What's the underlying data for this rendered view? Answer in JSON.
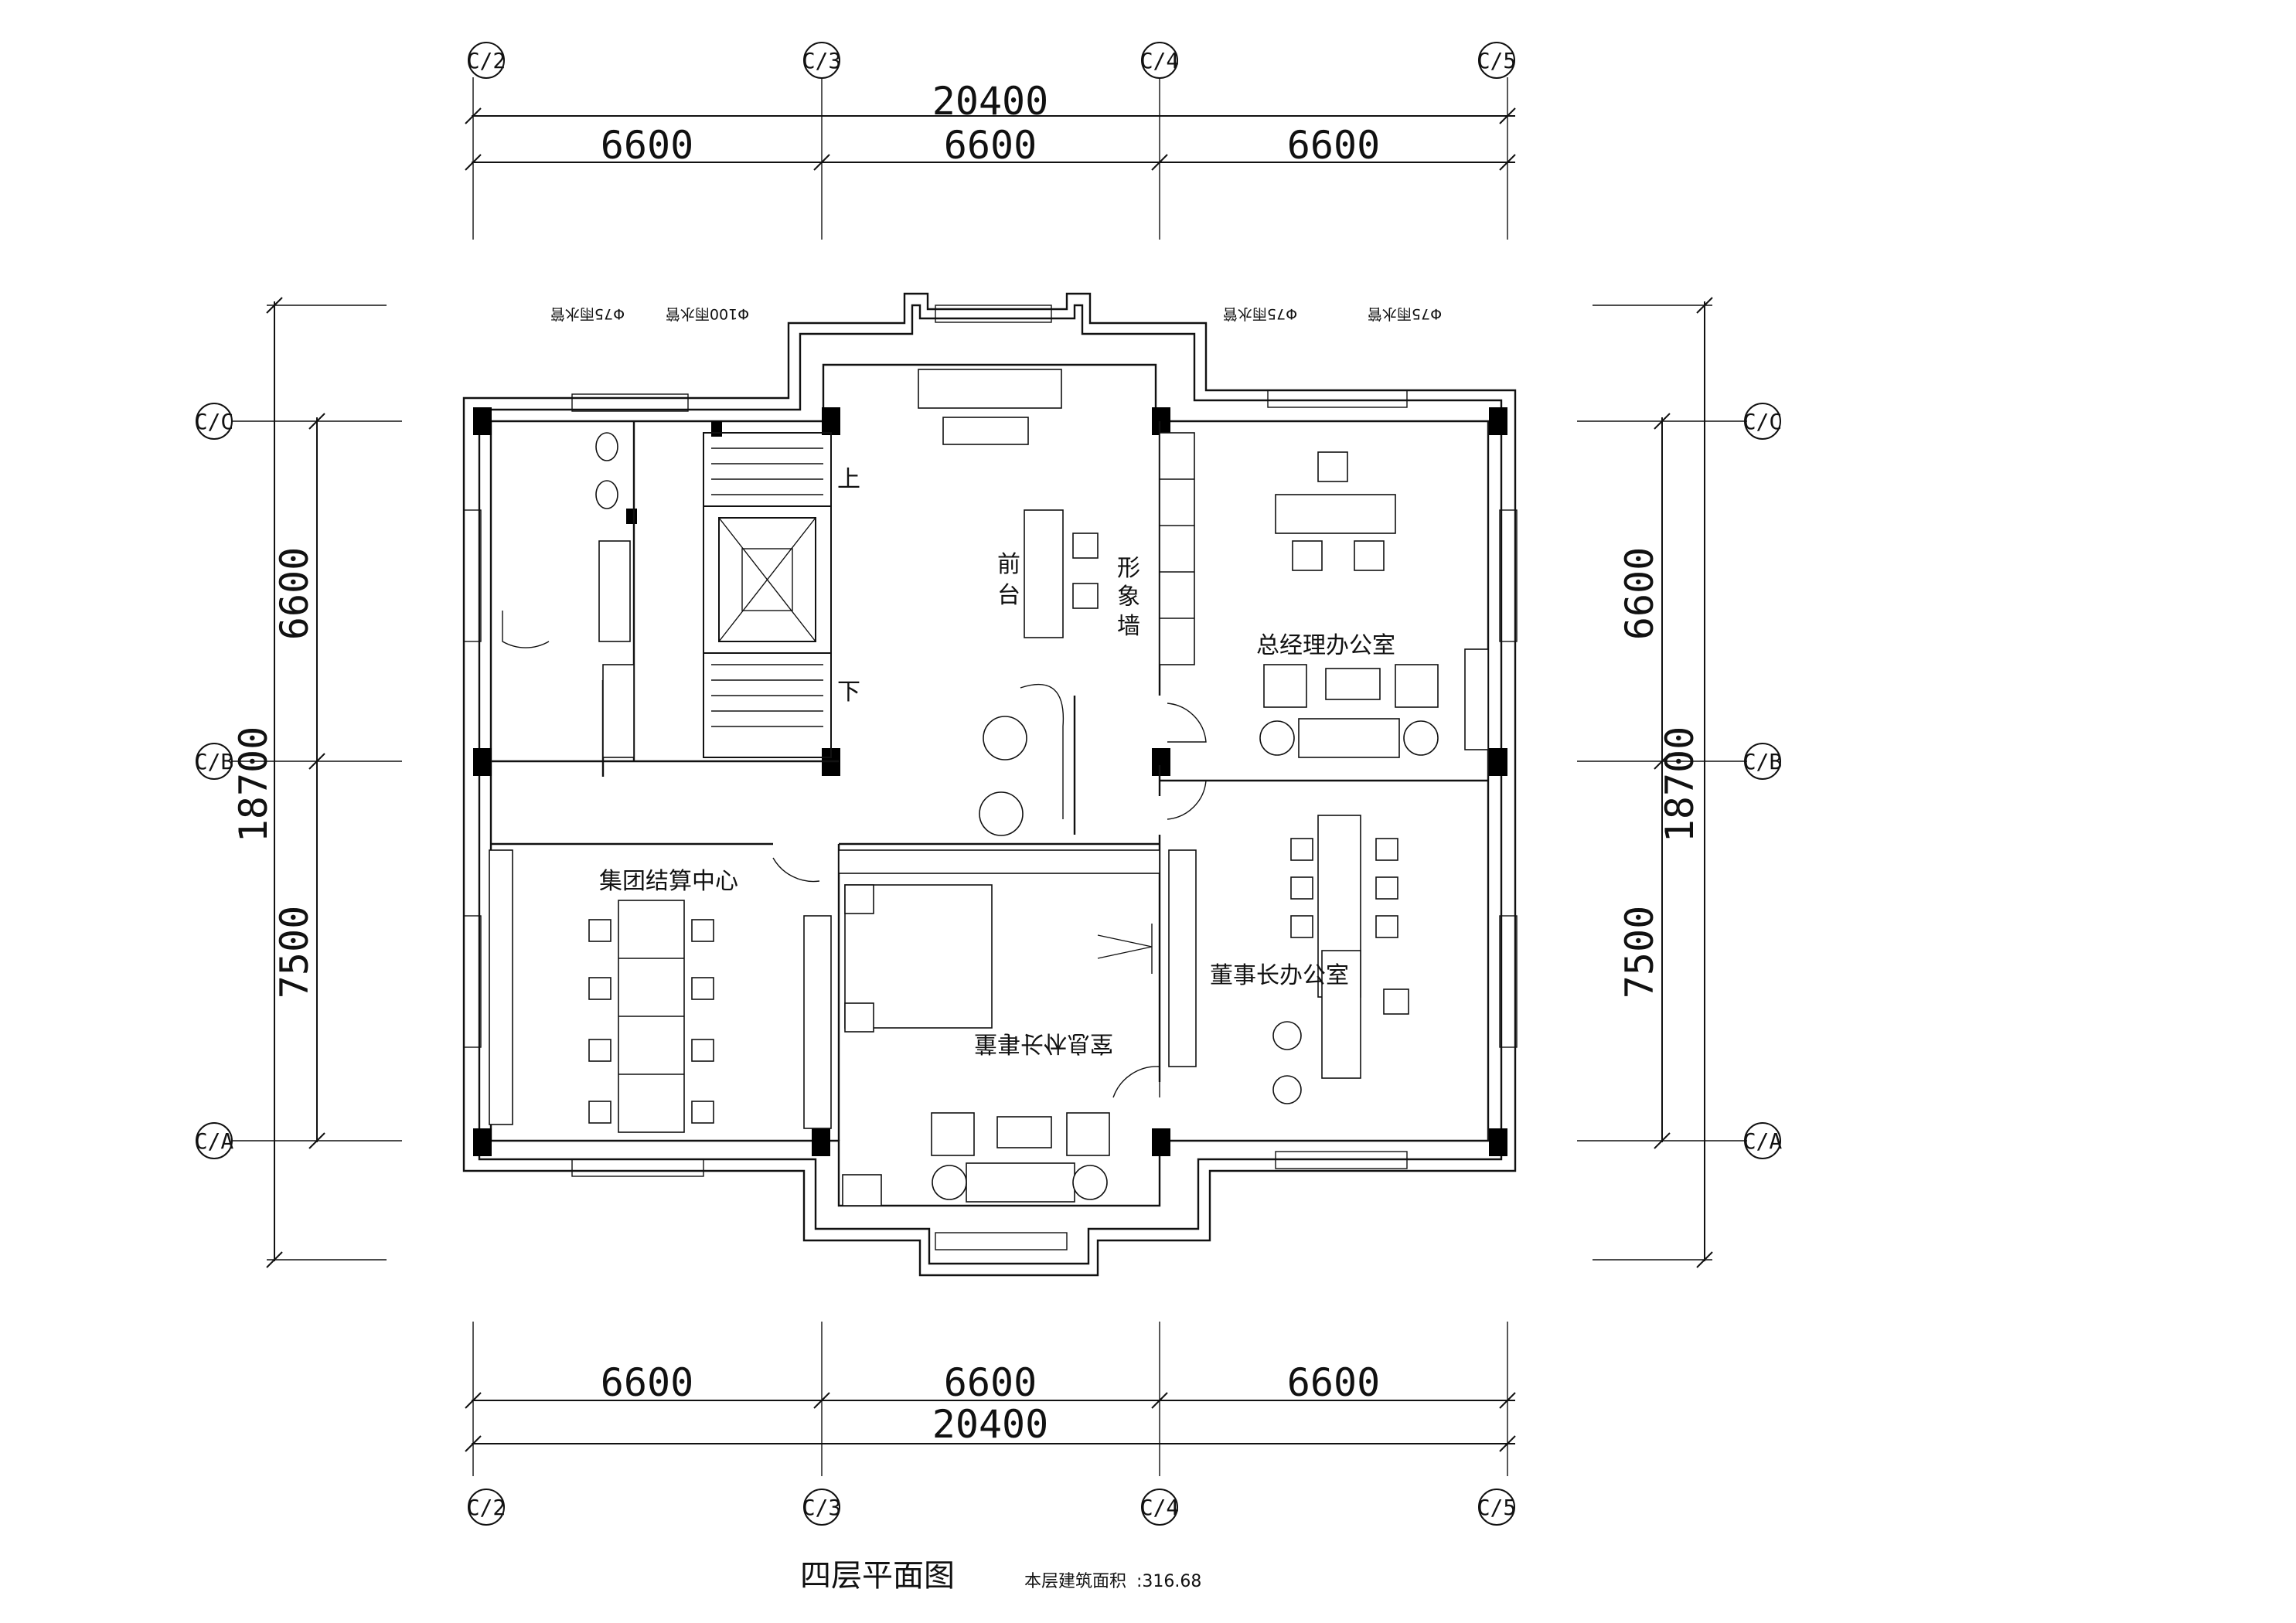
{
  "drawing": {
    "title": "四层平面图",
    "area_label": "本层建筑面积",
    "area_value": ":316.68"
  },
  "axes": {
    "top": [
      "C/2",
      "C/3",
      "C/4",
      "C/5"
    ],
    "bottom": [
      "C/2",
      "C/3",
      "C/4",
      "C/5"
    ],
    "left": [
      "C/C",
      "C/B",
      "C/A"
    ],
    "right": [
      "C/C",
      "C/B",
      "C/A"
    ]
  },
  "dimensions": {
    "top_total": "20400",
    "top_bays": [
      "6600",
      "6600",
      "6600"
    ],
    "bottom_total": "20400",
    "bottom_bays": [
      "6600",
      "6600",
      "6600"
    ],
    "left_total": "18700",
    "left_bays": [
      "6600",
      "7500"
    ],
    "right_total": "18700",
    "right_bays": [
      "6600",
      "7500"
    ]
  },
  "drain_notes": [
    "Φ75雨水管",
    "Φ100雨水管",
    "Φ75雨水管",
    "Φ75雨水管"
  ],
  "rooms": {
    "front_desk": [
      "前",
      "台"
    ],
    "image_wall": [
      "形",
      "象",
      "墙"
    ],
    "general_manager": "总经理办公室",
    "settlement_center": "集团结算中心",
    "chairman_rest": "董事长休息室",
    "chairman_office": "董事长办公室",
    "stair_up": "上",
    "stair_down": "下"
  }
}
